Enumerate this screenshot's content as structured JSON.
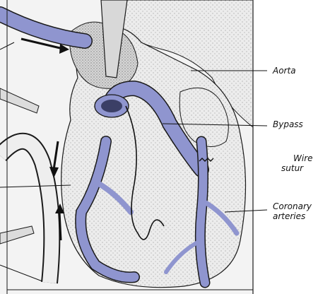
{
  "labels": {
    "aorta": "Aorta",
    "bypass": "Bypass",
    "wire_line1": "Wire",
    "wire_line2": "sutur",
    "coronary_line1": "Coronary",
    "coronary_line2": "arteries"
  },
  "colors": {
    "vessel": "#8f95cf",
    "tissue": "#e9e9e9",
    "outline": "#1a1a1a",
    "background": "#ffffff"
  }
}
